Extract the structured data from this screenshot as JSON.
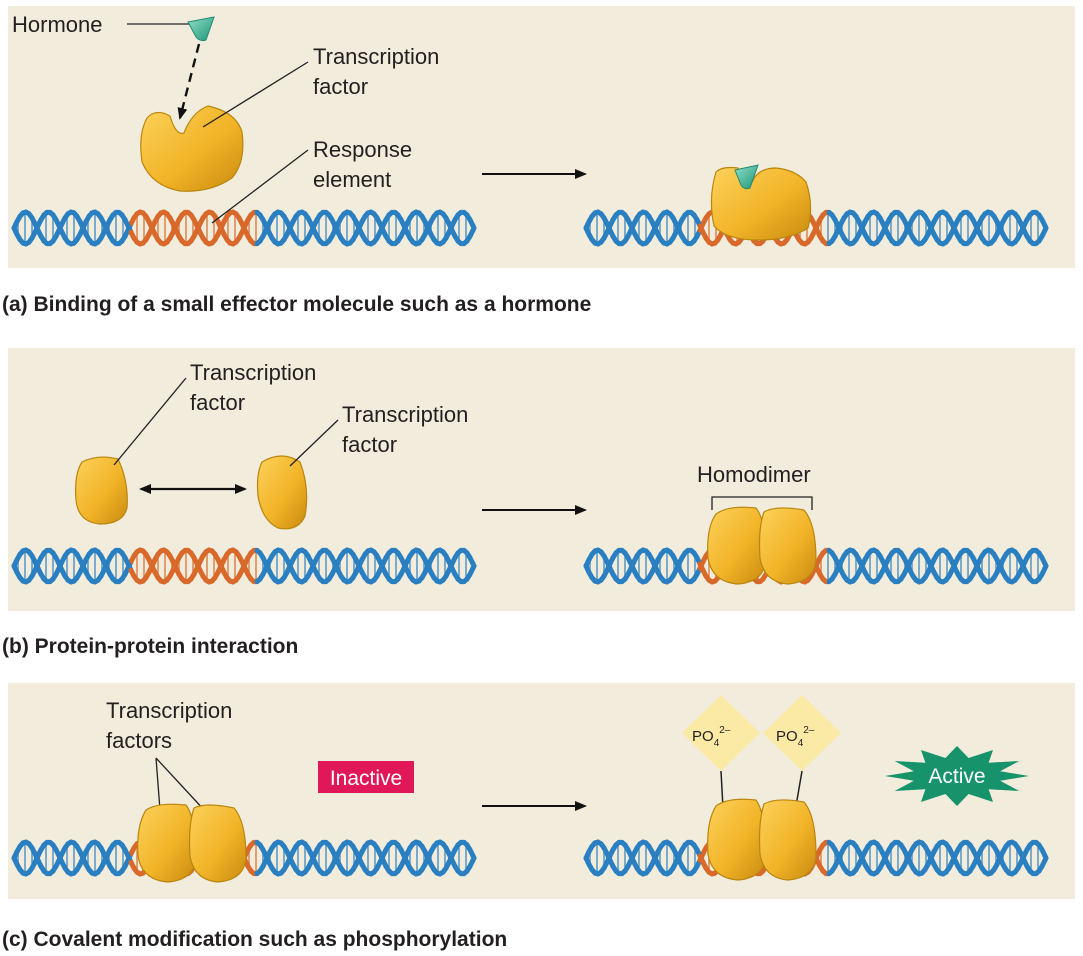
{
  "panels": {
    "a": {
      "caption": "(a) Binding of a small effector molecule such as a hormone",
      "hormone_label": "Hormone",
      "tf_label_line1": "Transcription",
      "tf_label_line2": "factor",
      "response_line1": "Response",
      "response_line2": "element"
    },
    "b": {
      "caption": "(b) Protein-protein interaction",
      "tf1_line1": "Transcription",
      "tf1_line2": "factor",
      "tf2_line1": "Transcription",
      "tf2_line2": "factor",
      "homodimer_label": "Homodimer"
    },
    "c": {
      "caption": "(c) Covalent modification such as phosphorylation",
      "tf_line1": "Transcription",
      "tf_line2": "factors",
      "inactive_label": "Inactive",
      "active_label": "Active",
      "phosphate_base": "PO",
      "phosphate_sub": "4",
      "phosphate_sup": "2–"
    }
  },
  "colors": {
    "panel_bg": "#f2ecdc",
    "dna_blue": "#2a7fc1",
    "dna_orange": "#d8692a",
    "protein": "#f2b428",
    "hormone": "#3cb89a",
    "inactive_badge": "#e0185a",
    "active_badge": "#16936b",
    "phosphate_diamond": "#fbe9a6"
  }
}
